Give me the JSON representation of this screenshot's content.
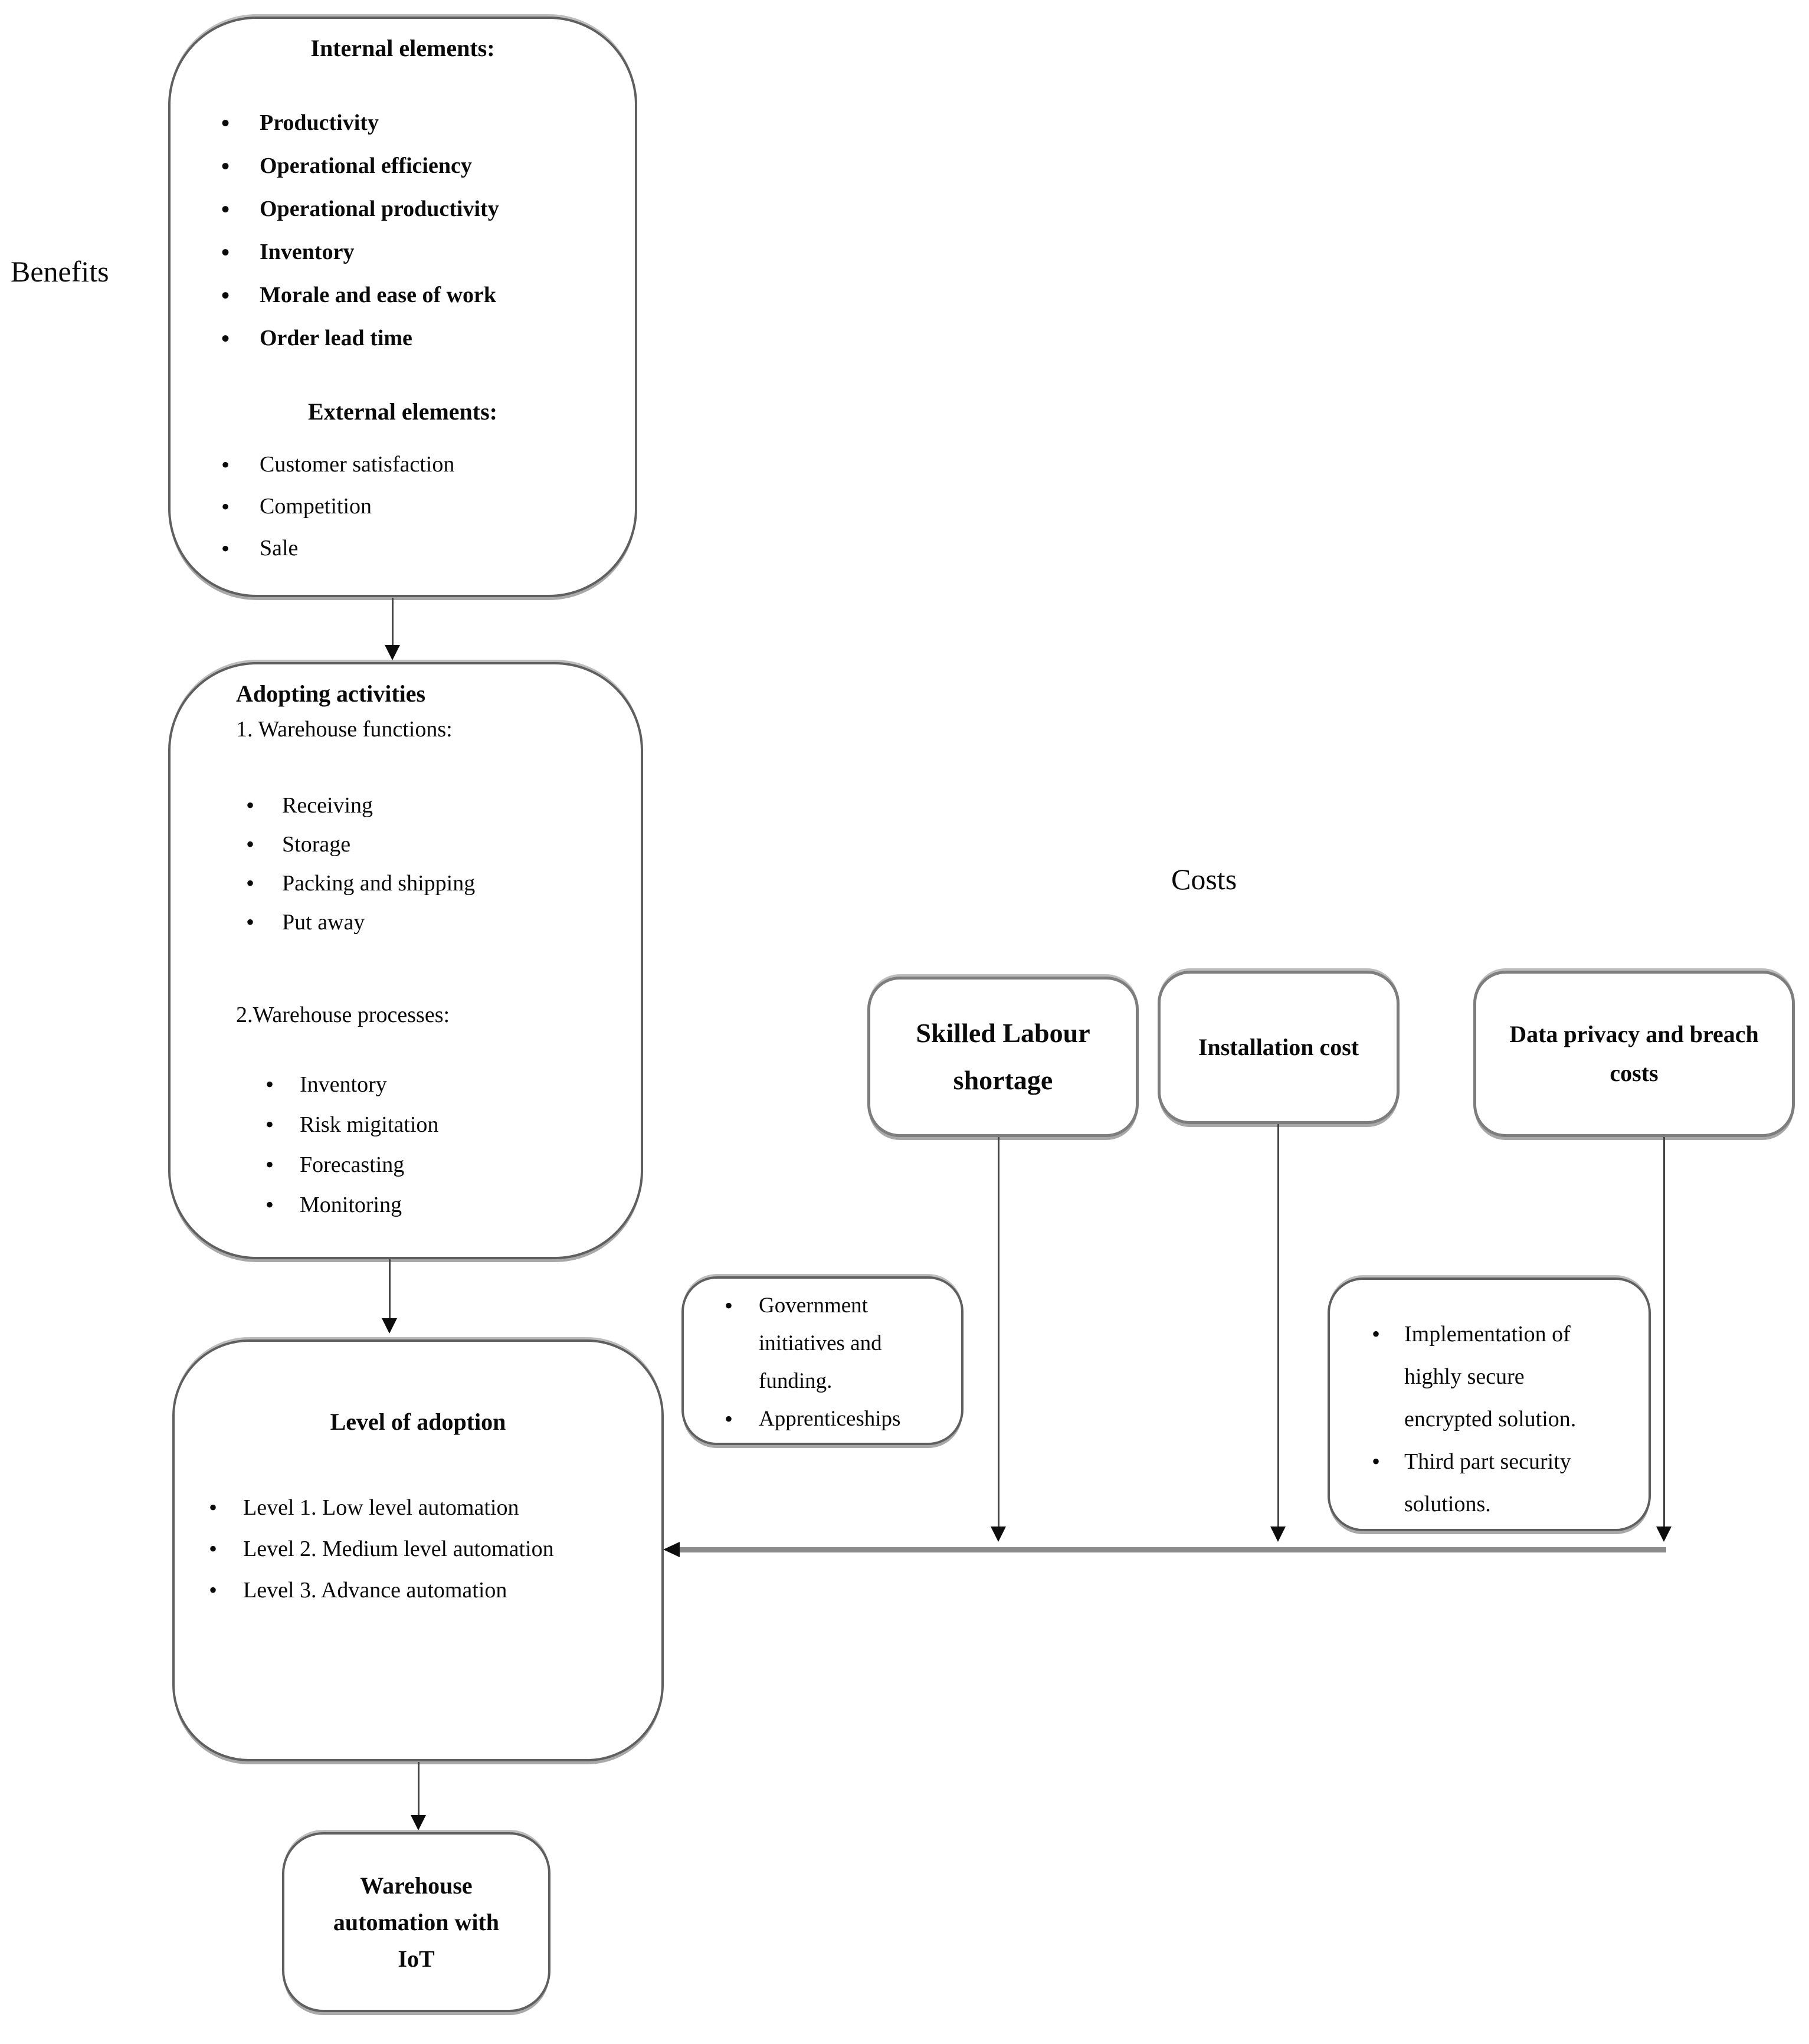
{
  "labels": {
    "benefits": "Benefits",
    "costs": "Costs"
  },
  "benefits_box": {
    "internal_title": "Internal elements:",
    "internal_items": [
      "Productivity",
      "Operational efficiency",
      "Operational productivity",
      "Inventory",
      "Morale and ease of work",
      "Order lead time"
    ],
    "external_title": "External elements:",
    "external_items": [
      "Customer satisfaction",
      "Competition",
      "Sale"
    ]
  },
  "adopting_box": {
    "title": "Adopting activities",
    "section1_title": "1. Warehouse functions:",
    "functions": [
      "Receiving",
      "Storage",
      "Packing and shipping",
      "Put away"
    ],
    "section2_title": "2.Warehouse processes:",
    "processes": [
      "Inventory",
      "Risk migitation",
      "Forecasting",
      "Monitoring"
    ]
  },
  "level_box": {
    "title": "Level of adoption",
    "levels": [
      "Level 1. Low level automation",
      "Level 2. Medium level automation",
      "Level 3. Advance automation"
    ]
  },
  "iot_box": {
    "title": "Warehouse automation with IoT"
  },
  "cost_boxes": {
    "skilled_labour": "Skilled Labour shortage",
    "installation": "Installation cost",
    "data_privacy": "Data privacy and breach costs"
  },
  "solution_boxes": {
    "labour_solutions": [
      "Government initiatives and funding.",
      "Apprenticeships"
    ],
    "privacy_solutions": [
      "Implementation of highly secure encrypted solution.",
      "Third part security solutions."
    ]
  }
}
